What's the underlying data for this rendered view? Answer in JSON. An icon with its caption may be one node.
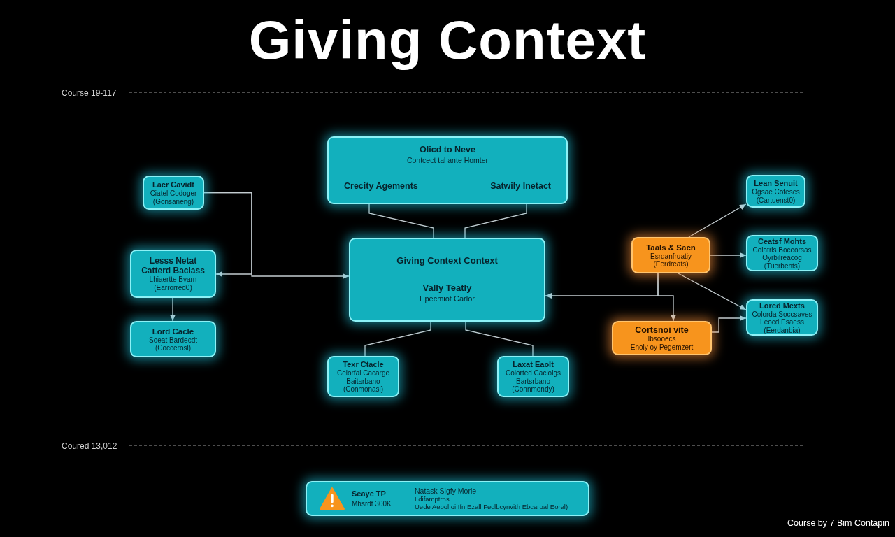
{
  "diagram": {
    "title": "Giving Context",
    "nodes": [
      {
        "text": [
          "Olicd to Neve",
          "Contcect tal ante Homter",
          "Crecity Agements",
          "Satwily Inetact"
        ]
      },
      {
        "text": [
          "Lacr Cavidt",
          "Ciatel Codoger",
          "(Gonsaneng)"
        ]
      },
      {
        "text": [
          "Lesss Netat",
          "Catterd Baciass",
          "Lhiaertte Bvarn",
          "(Earrorred0)"
        ]
      },
      {
        "text": [
          "Lord Cacle",
          "Soeat Bardecdt",
          "(Coccerosl)"
        ]
      },
      {
        "text": [
          "Giving Context Context",
          "Vally Teatly",
          "Epecmiot Carlor"
        ]
      },
      {
        "text": [
          "Texr Ctacle",
          "Celorfal Cacarge",
          "Baitarbano",
          "(Conmonasl)"
        ]
      },
      {
        "text": [
          "Laxat Eaolt",
          "Colorted Caclolgs",
          "Bartsrbano",
          "(Connmondy)"
        ]
      },
      {
        "text": [
          "Taals & Sacn",
          "Esrdanfruatiy",
          "(Eerdreats)"
        ]
      },
      {
        "text": [
          "Cortsnoi vite",
          "Ibsooecs",
          "Enoly oy Pegemzert"
        ]
      },
      {
        "text": [
          "Lean Senuit",
          "Ogsae Cofescs",
          "(Cartuenst0)"
        ]
      },
      {
        "text": [
          "Ceatsf Mohts",
          "Coiatris Boceorsas",
          "Oyrbilreacog",
          "(Tuerbents)"
        ]
      },
      {
        "text": [
          "Lorcd Mexts",
          "Colorda Soccsaves",
          "Leocd Esaess",
          "(Eerdanbia)"
        ]
      },
      {
        "text": [
          "Seaye TP",
          "Mhsrdt 300K",
          "Natask Sigfy Morle",
          "Ldifamptrns",
          "Uede Aepol oi Ifn Ezall Feclbcynvith Ebcaroal Eorel)"
        ]
      }
    ],
    "edges": [
      {
        "from": 0,
        "to": 4,
        "arrow": "none"
      },
      {
        "from": 0,
        "to": 4,
        "arrow": "none"
      },
      {
        "from": 4,
        "to": 5,
        "arrow": "none"
      },
      {
        "from": 4,
        "to": 6,
        "arrow": "none"
      },
      {
        "from": 1,
        "to": 4,
        "arrow": "to"
      },
      {
        "from": 1,
        "to": 2,
        "arrow": "to"
      },
      {
        "from": 2,
        "to": 3,
        "arrow": "to"
      },
      {
        "from": 7,
        "to": 4,
        "arrow": "to"
      },
      {
        "from": 7,
        "to": 8,
        "arrow": "to"
      },
      {
        "from": 7,
        "to": 9,
        "arrow": "to"
      },
      {
        "from": 7,
        "to": 10,
        "arrow": "to"
      },
      {
        "from": 7,
        "to": 11,
        "arrow": "to"
      },
      {
        "from": 8,
        "to": 11,
        "arrow": "to"
      }
    ],
    "labels": [
      "Course 19-117",
      "Coured 13,012",
      "Course by 7 Bim Contapin"
    ]
  }
}
